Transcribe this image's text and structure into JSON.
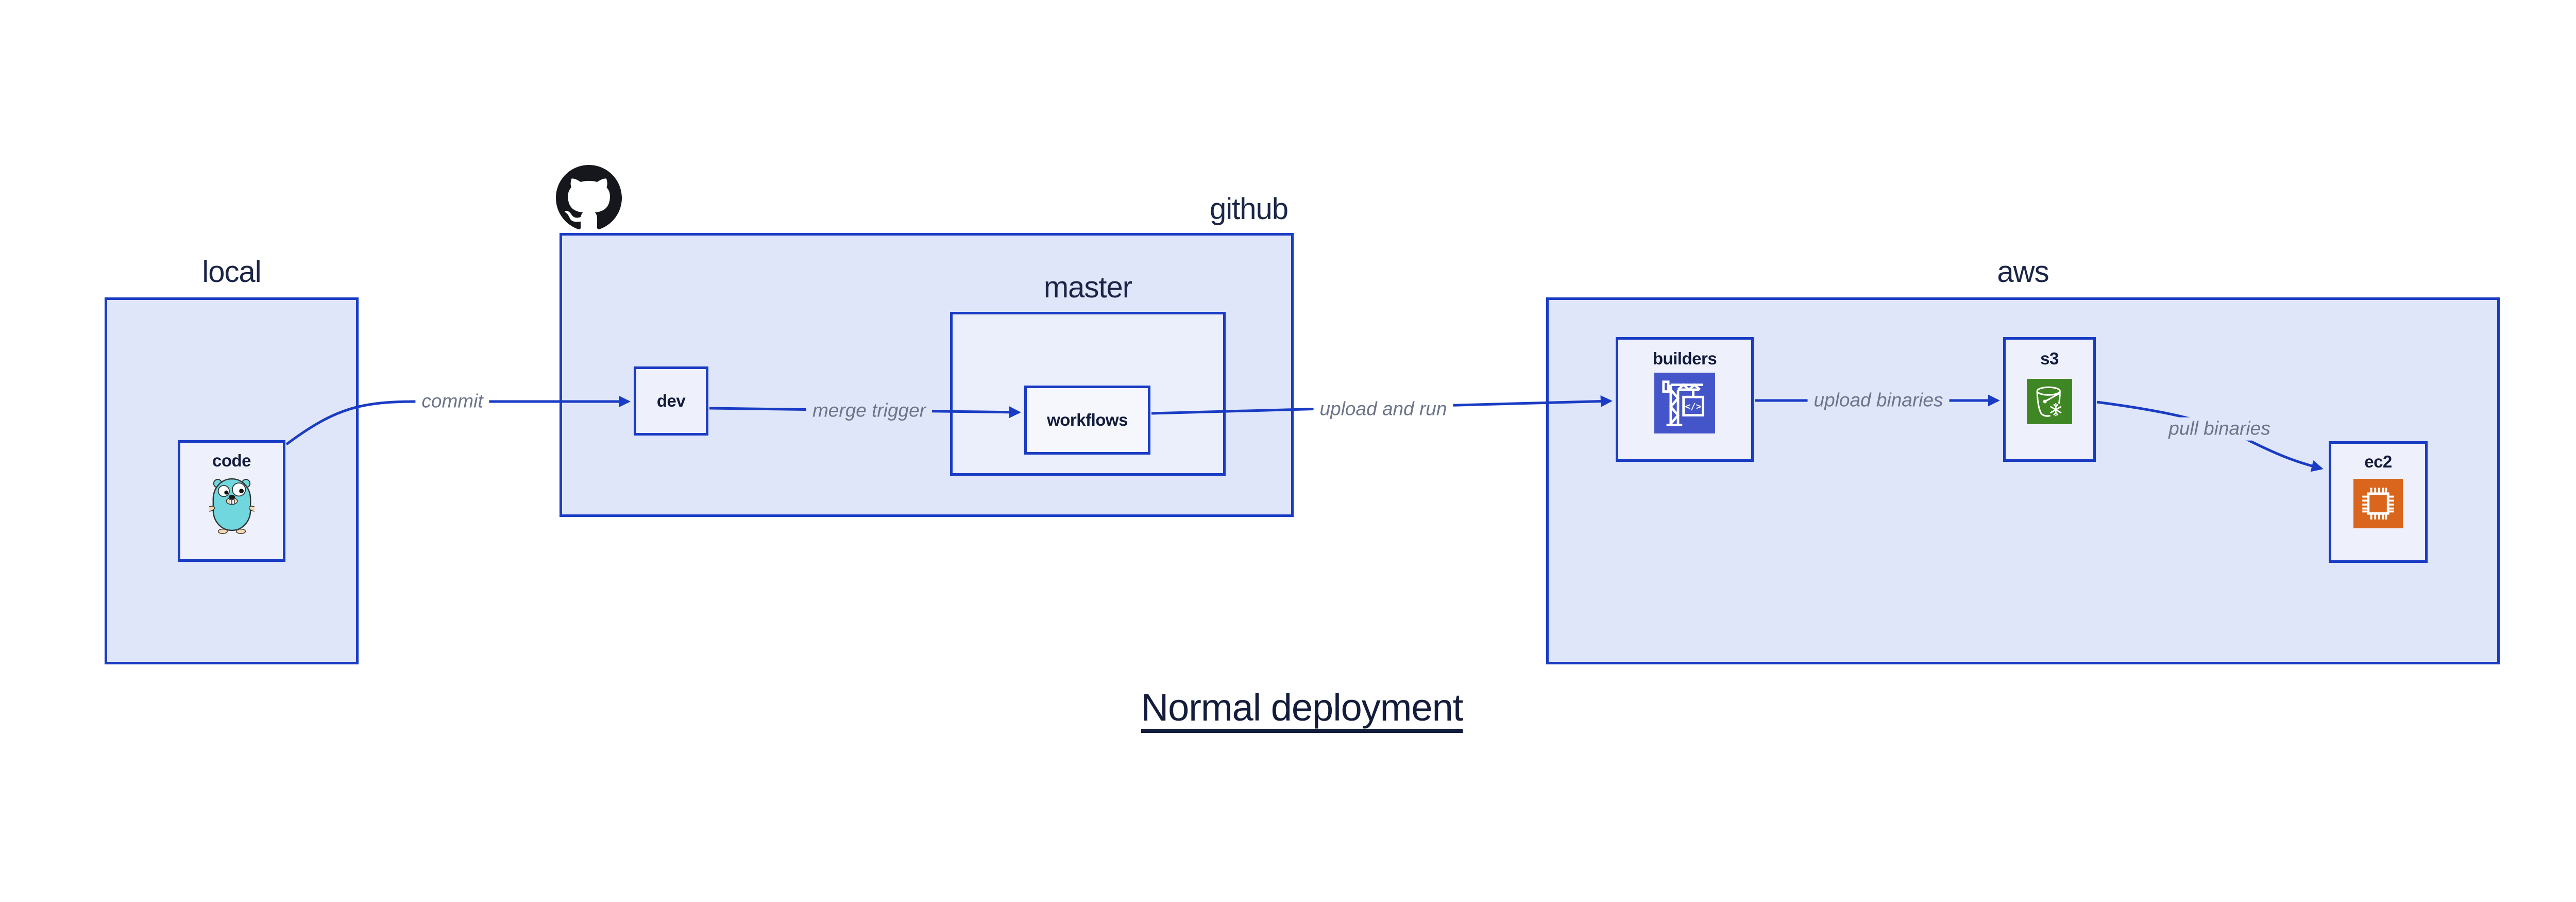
{
  "title": {
    "text": "Normal deployment"
  },
  "frames": {
    "local": {
      "label": "local"
    },
    "github": {
      "label": "github"
    },
    "master": {
      "label": "master"
    },
    "aws": {
      "label": "aws"
    }
  },
  "nodes": {
    "code": {
      "label": "code",
      "icon": "go-gopher-icon"
    },
    "dev": {
      "label": "dev"
    },
    "workflows": {
      "label": "workflows"
    },
    "builders": {
      "label": "builders",
      "icon": "aws-codebuild-crane-icon",
      "icon_glyph": "</>"
    },
    "s3": {
      "label": "s3",
      "icon": "aws-s3-bucket-snowflake-icon"
    },
    "ec2": {
      "label": "ec2",
      "icon": "aws-ec2-chip-icon"
    }
  },
  "edges": [
    {
      "from": "code",
      "to": "dev",
      "label": "commit"
    },
    {
      "from": "dev",
      "to": "workflows",
      "label": "merge trigger"
    },
    {
      "from": "workflows",
      "to": "builders",
      "label": "upload and run"
    },
    {
      "from": "builders",
      "to": "s3",
      "label": "upload binaries"
    },
    {
      "from": "s3",
      "to": "ec2",
      "label": "pull binaries"
    }
  ],
  "logos": {
    "github_mark": "github-octocat-logo"
  },
  "colors": {
    "frame_border": "#1a3cc4",
    "arrow": "#1a3cc4",
    "frame_fill": "#dfe6f9",
    "node_fill": "#eef1fb",
    "inner_node_fill": "#f5f7fd",
    "label_text": "#141c3c",
    "frame_label_text": "#1b2547",
    "edge_label_text": "#6c7488",
    "codebuild_icon_bg": "#4355c8",
    "s3_icon_bg": "#3f8624",
    "ec2_icon_bg": "#d9661c",
    "gopher_body": "#70d7de",
    "octocat": "#15171c"
  }
}
